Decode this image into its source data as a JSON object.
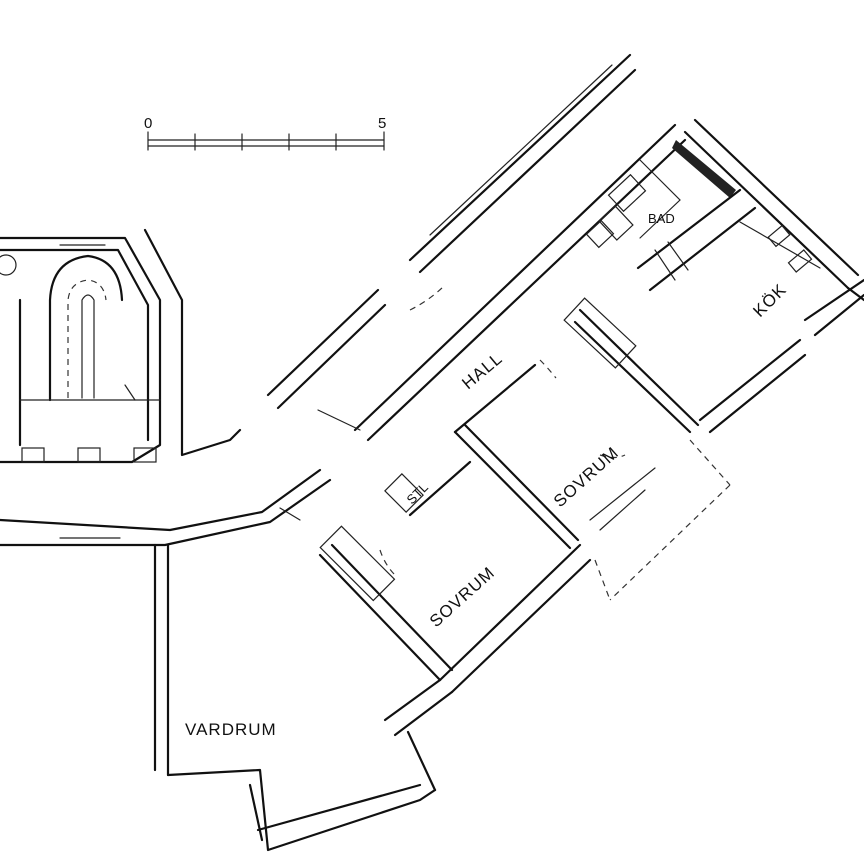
{
  "scale_bar": {
    "start": "0",
    "end": "5"
  },
  "rooms": {
    "bad": "BAD",
    "kok": "KÖK",
    "hall": "HALL",
    "sovrum_1": "SOVRUM",
    "sovrum_2": "SOVRUM",
    "vardrum": "VARDRUM",
    "stl": "STL"
  },
  "colors": {
    "ink": "#111111",
    "paper": "#ffffff"
  }
}
